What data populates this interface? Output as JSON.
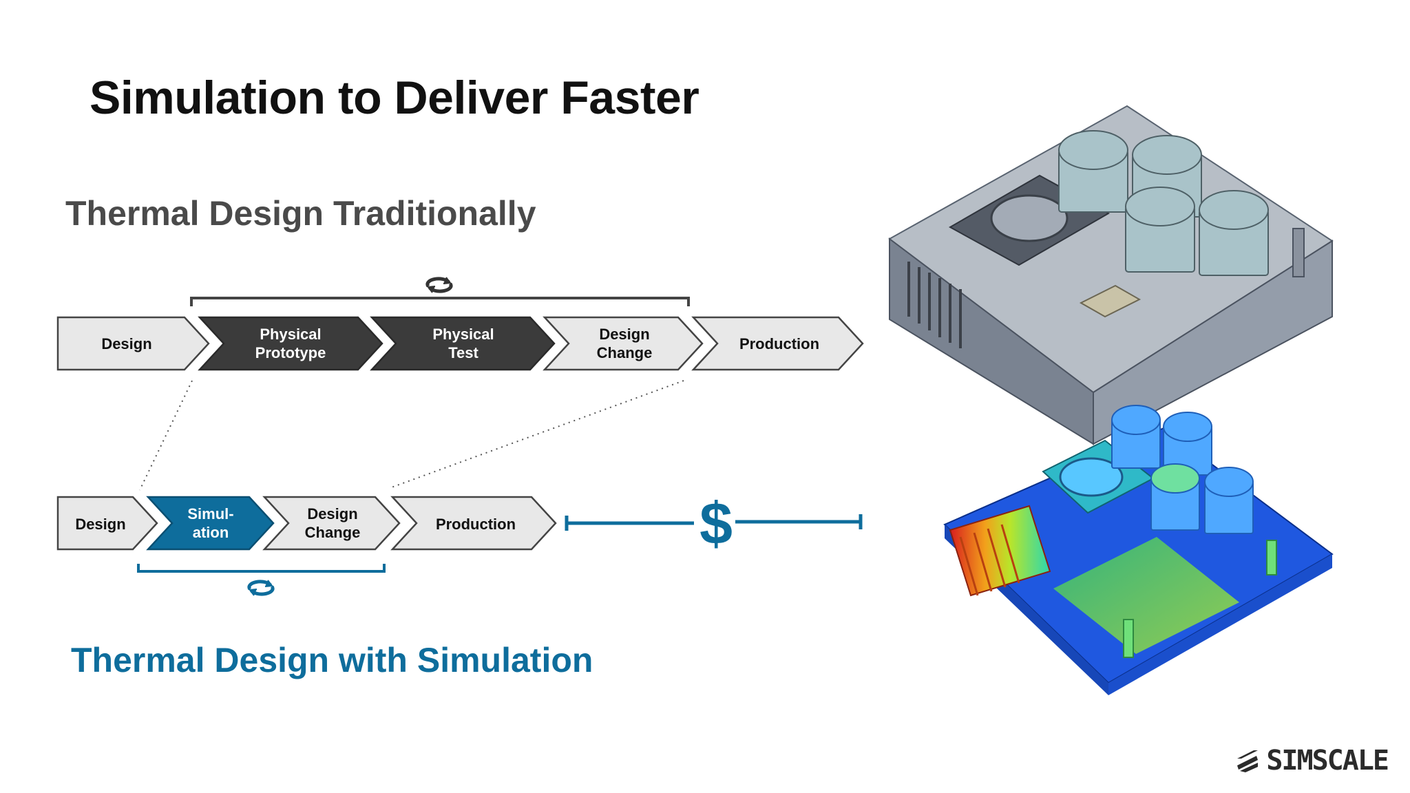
{
  "title": "Simulation to Deliver Faster",
  "traditional": {
    "heading": "Thermal Design Traditionally",
    "steps": [
      {
        "line1": "Design",
        "line2": ""
      },
      {
        "line1": "Physical",
        "line2": "Prototype"
      },
      {
        "line1": "Physical",
        "line2": "Test"
      },
      {
        "line1": "Design",
        "line2": "Change"
      },
      {
        "line1": "Production",
        "line2": ""
      }
    ]
  },
  "simulation": {
    "heading": "Thermal Design with Simulation",
    "steps": [
      {
        "line1": "Design",
        "line2": ""
      },
      {
        "line1": "Simul-",
        "line2": "ation"
      },
      {
        "line1": "Design",
        "line2": "Change"
      },
      {
        "line1": "Production",
        "line2": ""
      }
    ],
    "savings_symbol": "$"
  },
  "brand": "SIMSCALE",
  "icons": [
    "cycle-arrows-icon",
    "cycle-arrows-icon",
    "simscale-logo-icon"
  ],
  "colors": {
    "light_step": "#e8e8e8",
    "dark_step": "#3b3b3b",
    "accent": "#0e6d9c",
    "heading_gray": "#4a4a4a"
  }
}
